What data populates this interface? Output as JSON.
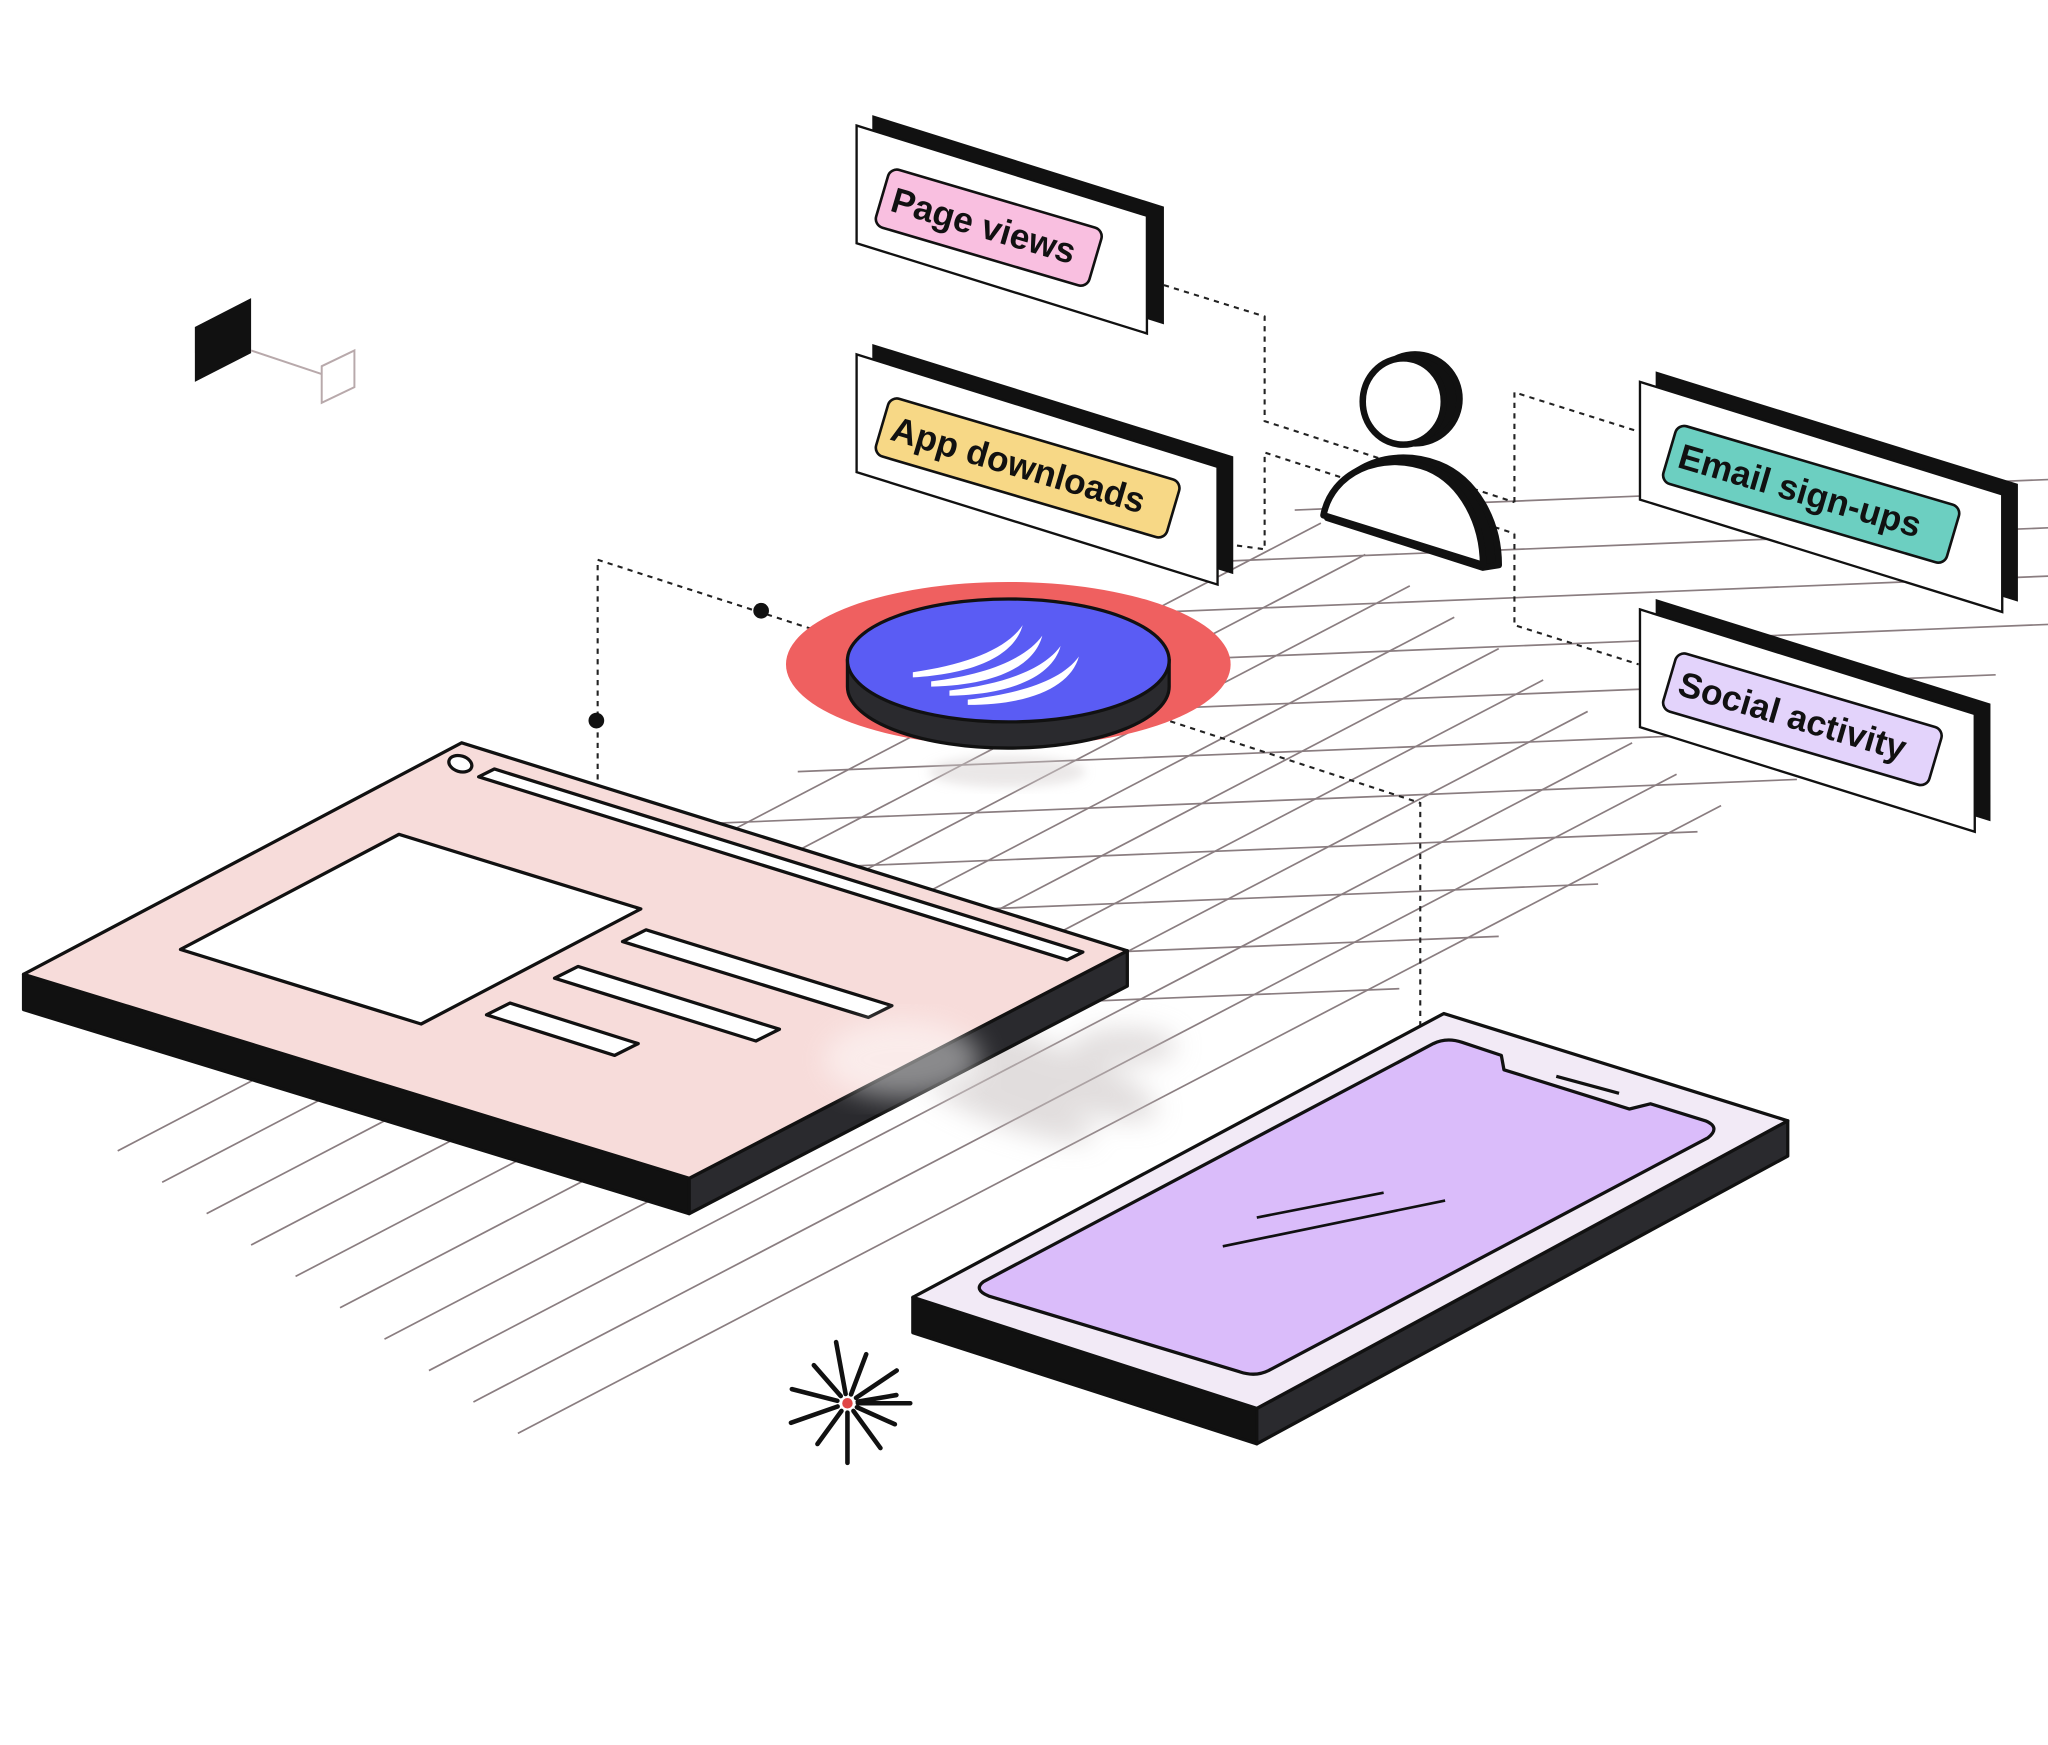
{
  "labels": {
    "page_views": "Page views",
    "app_downloads": "App downloads",
    "email_signups": "Email sign-ups",
    "social_activity": "Social activity"
  },
  "colors": {
    "page_views_badge": "#f9bfe0",
    "app_downloads_badge": "#f7d886",
    "email_signups_badge": "#6ccfc1",
    "social_activity_badge": "#e3d3fb",
    "hub_disc": "#5a5cf4",
    "hub_ring": "#ef6060",
    "browser_panel": "#f7dcda",
    "phone_screen": "#dabcfa",
    "phone_frame": "#f2eaf6",
    "outline": "#111111",
    "grid": "#8a7d80"
  },
  "icons": {
    "hub": "brand-swoosh-icon",
    "user": "user-icon",
    "burst": "starburst-icon",
    "browser": "browser-window-icon",
    "phone": "smartphone-icon",
    "node": "cube-node-icon"
  }
}
